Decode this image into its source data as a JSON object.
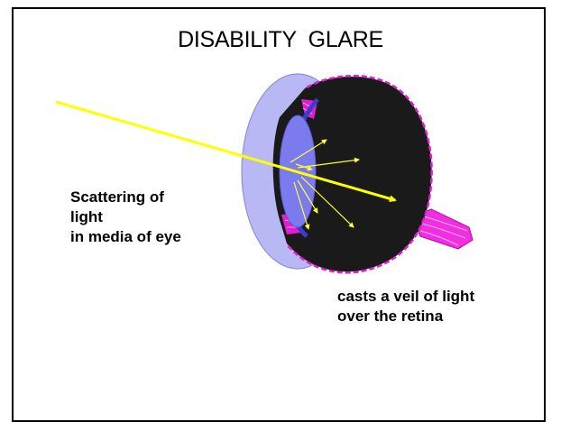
{
  "title": "DISABILITY  GLARE",
  "caption_left": {
    "lines": [
      "Scattering of",
      "light",
      "in media of eye"
    ]
  },
  "caption_right": {
    "lines": [
      "casts a veil of light",
      "over the retina"
    ]
  },
  "colors": {
    "background": "#ffffff",
    "border": "#000000",
    "eye_interior": "#1a1a1a",
    "cornea": "#b8b8f5",
    "lens": "#7b7bee",
    "iris": "#3c3ccc",
    "retina_edge": "#e020d0",
    "optic_nerve": "#f030e0",
    "light_ray": "#ffff00",
    "scatter_arrows": "#ffff33"
  },
  "icons": {
    "eye": "eye-cross-section-icon",
    "ray": "light-ray-arrow-icon"
  }
}
